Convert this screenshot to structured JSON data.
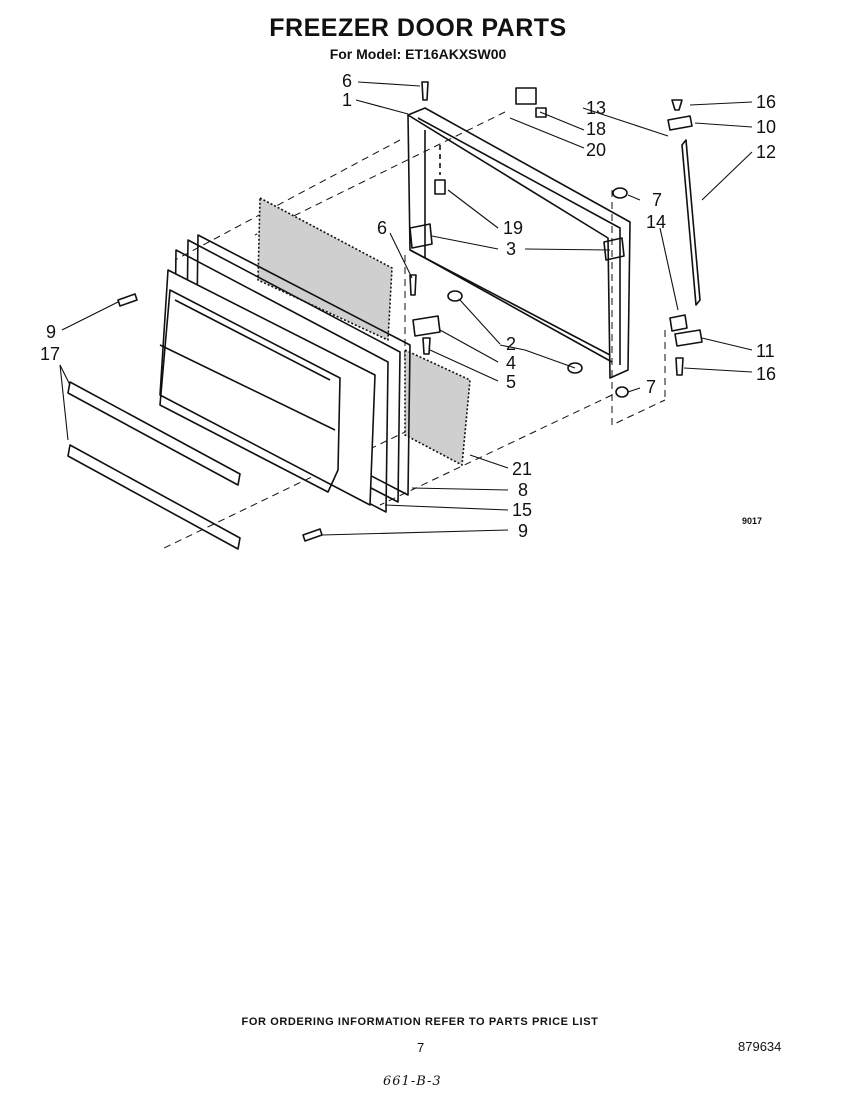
{
  "header": {
    "title": "FREEZER DOOR PARTS",
    "subtitle": "For Model: ET16AKXSW00"
  },
  "callouts": {
    "c6a": "6",
    "c1": "1",
    "c13": "13",
    "c18": "18",
    "c20": "20",
    "c16a": "16",
    "c10": "10",
    "c12": "12",
    "c7a": "7",
    "c19": "19",
    "c6b": "6",
    "c3": "3",
    "c14": "14",
    "c9a": "9",
    "c17": "17",
    "c2": "2",
    "c4": "4",
    "c5": "5",
    "c11": "11",
    "c16b": "16",
    "c7b": "7",
    "c21": "21",
    "c8": "8",
    "c15": "15",
    "c9b": "9"
  },
  "diagram_code": "9017",
  "footer": {
    "ordering_note": "FOR ORDERING INFORMATION REFER TO PARTS PRICE LIST",
    "page_number": "7",
    "part_number": "879634",
    "handwritten": "661-B-3"
  }
}
